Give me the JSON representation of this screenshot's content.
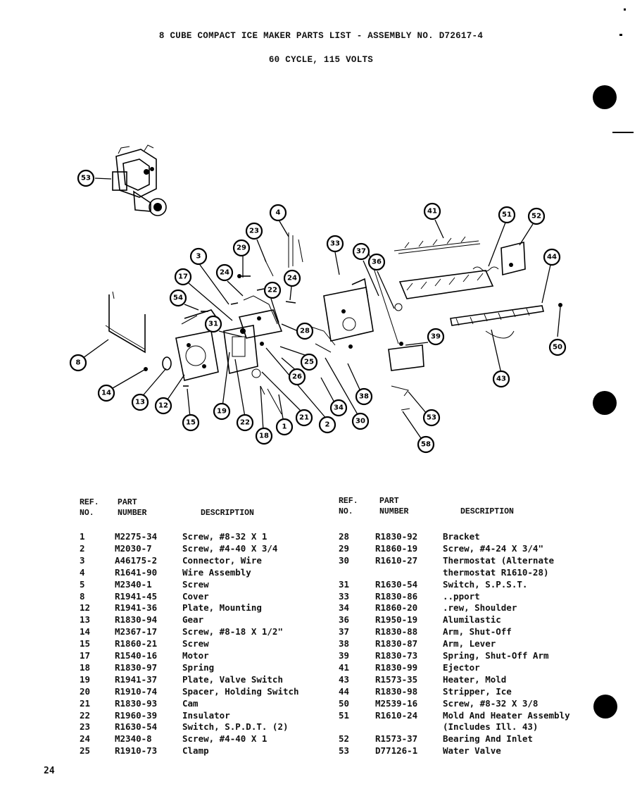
{
  "header": {
    "title": "8 CUBE COMPACT ICE MAKER PARTS LIST - ASSEMBLY NO. D72617-4",
    "subtitle": "60 CYCLE, 115 VOLTS"
  },
  "diagram": {
    "callouts": [
      "53",
      "4",
      "41",
      "51",
      "52",
      "29",
      "23",
      "33",
      "37",
      "36",
      "44",
      "3",
      "24",
      "24",
      "17",
      "54",
      "22",
      "31",
      "28",
      "39",
      "50",
      "8",
      "25",
      "26",
      "43",
      "14",
      "13",
      "12",
      "34",
      "38",
      "19",
      "22",
      "18",
      "1",
      "21",
      "2",
      "30",
      "15",
      "53",
      "58"
    ]
  },
  "table": {
    "headers": {
      "ref_line1": "REF.",
      "ref_line2": "NO.",
      "part_line1": "PART",
      "part_line2": "NUMBER",
      "desc": "DESCRIPTION"
    },
    "left_rows": [
      {
        "ref": "1",
        "part": "M2275-34",
        "desc": "Screw, #8-32 X 1"
      },
      {
        "ref": "2",
        "part": "M2030-7",
        "desc": "Screw, #4-40 X 3/4"
      },
      {
        "ref": "3",
        "part": "A46175-2",
        "desc": "Connector, Wire"
      },
      {
        "ref": "4",
        "part": "R1641-90",
        "desc": "Wire Assembly"
      },
      {
        "ref": "5",
        "part": "M2340-1",
        "desc": "Screw"
      },
      {
        "ref": "8",
        "part": "R1941-45",
        "desc": "Cover"
      },
      {
        "ref": "12",
        "part": "R1941-36",
        "desc": "Plate, Mounting"
      },
      {
        "ref": "13",
        "part": "R1830-94",
        "desc": "Gear"
      },
      {
        "ref": "14",
        "part": "M2367-17",
        "desc": "Screw, #8-18 X 1/2\""
      },
      {
        "ref": "15",
        "part": "R1860-21",
        "desc": "Screw"
      },
      {
        "ref": "17",
        "part": "R1540-16",
        "desc": "Motor"
      },
      {
        "ref": "18",
        "part": "R1830-97",
        "desc": "Spring"
      },
      {
        "ref": "19",
        "part": "R1941-37",
        "desc": "Plate, Valve Switch"
      },
      {
        "ref": "20",
        "part": "R1910-74",
        "desc": "Spacer, Holding Switch"
      },
      {
        "ref": "21",
        "part": "R1830-93",
        "desc": "Cam"
      },
      {
        "ref": "22",
        "part": "R1960-39",
        "desc": "Insulator"
      },
      {
        "ref": "23",
        "part": "R1630-54",
        "desc": "Switch, S.P.D.T. (2)"
      },
      {
        "ref": "24",
        "part": "M2340-8",
        "desc": "Screw, #4-40 X 1"
      },
      {
        "ref": "25",
        "part": "R1910-73",
        "desc": "Clamp"
      }
    ],
    "right_rows": [
      {
        "ref": "28",
        "part": "R1830-92",
        "desc": "Bracket"
      },
      {
        "ref": "29",
        "part": "R1860-19",
        "desc": "Screw, #4-24 X 3/4\""
      },
      {
        "ref": "30",
        "part": "R1610-27",
        "desc": "Thermostat (Alternate"
      },
      {
        "ref": "",
        "part": "",
        "desc": "thermostat R1610-28)"
      },
      {
        "ref": "31",
        "part": "R1630-54",
        "desc": "Switch, S.P.S.T."
      },
      {
        "ref": "33",
        "part": "R1830-86",
        "desc": "..pport"
      },
      {
        "ref": "34",
        "part": "R1860-20",
        "desc": ".rew, Shoulder"
      },
      {
        "ref": "36",
        "part": "R1950-19",
        "desc": "Alumilastic"
      },
      {
        "ref": "37",
        "part": "R1830-88",
        "desc": "Arm, Shut-Off"
      },
      {
        "ref": "38",
        "part": "R1830-87",
        "desc": "Arm, Lever"
      },
      {
        "ref": "39",
        "part": "R1830-73",
        "desc": "Spring, Shut-Off Arm"
      },
      {
        "ref": "41",
        "part": "R1830-99",
        "desc": "Ejector"
      },
      {
        "ref": "43",
        "part": "R1573-35",
        "desc": "Heater, Mold"
      },
      {
        "ref": "44",
        "part": "R1830-98",
        "desc": "Stripper, Ice"
      },
      {
        "ref": "50",
        "part": "M2539-16",
        "desc": "Screw, #8-32 X 3/8"
      },
      {
        "ref": "51",
        "part": "R1610-24",
        "desc": "Mold And Heater Assembly"
      },
      {
        "ref": "",
        "part": "",
        "desc": "(Includes Ill. 43)"
      },
      {
        "ref": "52",
        "part": "R1573-37",
        "desc": "Bearing And Inlet"
      },
      {
        "ref": "53",
        "part": "D77126-1",
        "desc": "Water Valve"
      }
    ]
  },
  "footer": {
    "page_number": "24"
  }
}
